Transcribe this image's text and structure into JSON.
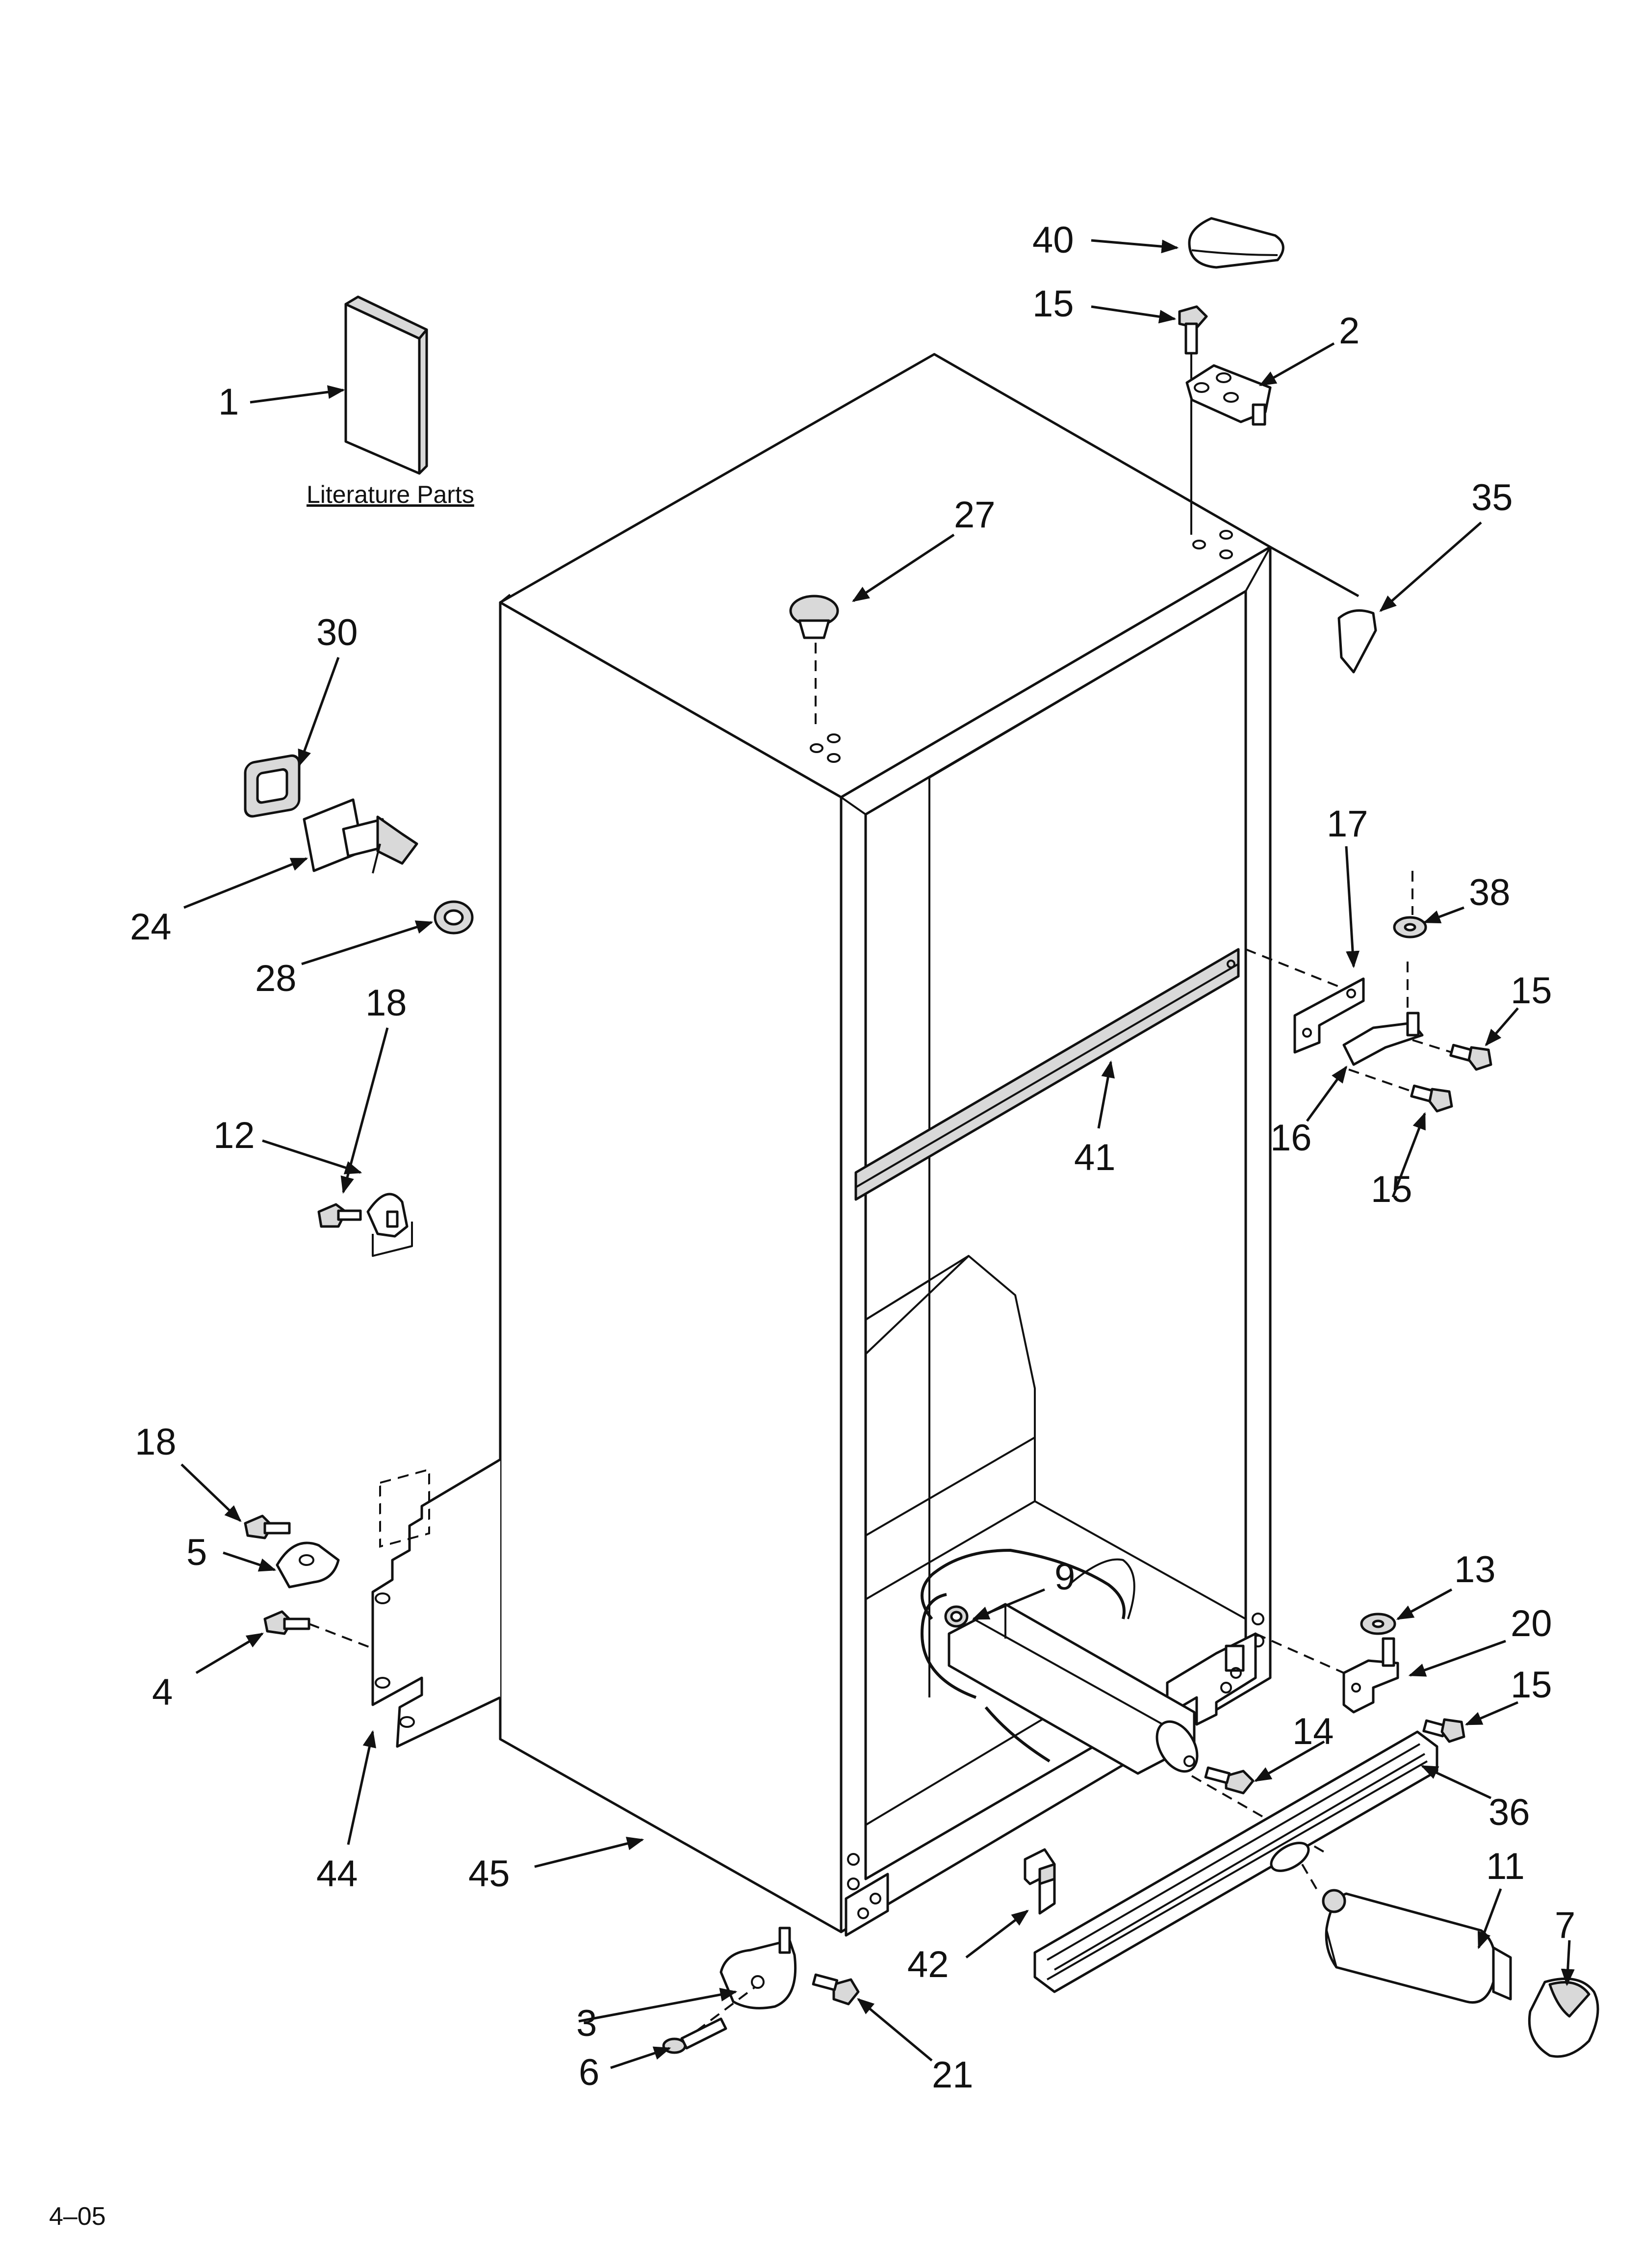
{
  "literature_label": "Literature Parts",
  "revision": "4–05",
  "callouts": [
    {
      "id": "c1",
      "text": "1"
    },
    {
      "id": "c40",
      "text": "40"
    },
    {
      "id": "c15a",
      "text": "15"
    },
    {
      "id": "c2",
      "text": "2"
    },
    {
      "id": "c27",
      "text": "27"
    },
    {
      "id": "c35",
      "text": "35"
    },
    {
      "id": "c30",
      "text": "30"
    },
    {
      "id": "c24",
      "text": "24"
    },
    {
      "id": "c28",
      "text": "28"
    },
    {
      "id": "c18a",
      "text": "18"
    },
    {
      "id": "c12",
      "text": "12"
    },
    {
      "id": "c17",
      "text": "17"
    },
    {
      "id": "c38",
      "text": "38"
    },
    {
      "id": "c15b",
      "text": "15"
    },
    {
      "id": "c16",
      "text": "16"
    },
    {
      "id": "c15c",
      "text": "15"
    },
    {
      "id": "c41",
      "text": "41"
    },
    {
      "id": "c18b",
      "text": "18"
    },
    {
      "id": "c5",
      "text": "5"
    },
    {
      "id": "c4",
      "text": "4"
    },
    {
      "id": "c44",
      "text": "44"
    },
    {
      "id": "c45",
      "text": "45"
    },
    {
      "id": "c9",
      "text": "9"
    },
    {
      "id": "c13",
      "text": "13"
    },
    {
      "id": "c20",
      "text": "20"
    },
    {
      "id": "c15d",
      "text": "15"
    },
    {
      "id": "c14",
      "text": "14"
    },
    {
      "id": "c36",
      "text": "36"
    },
    {
      "id": "c11",
      "text": "11"
    },
    {
      "id": "c7",
      "text": "7"
    },
    {
      "id": "c42",
      "text": "42"
    },
    {
      "id": "c3",
      "text": "3"
    },
    {
      "id": "c6",
      "text": "6"
    },
    {
      "id": "c21",
      "text": "21"
    }
  ]
}
